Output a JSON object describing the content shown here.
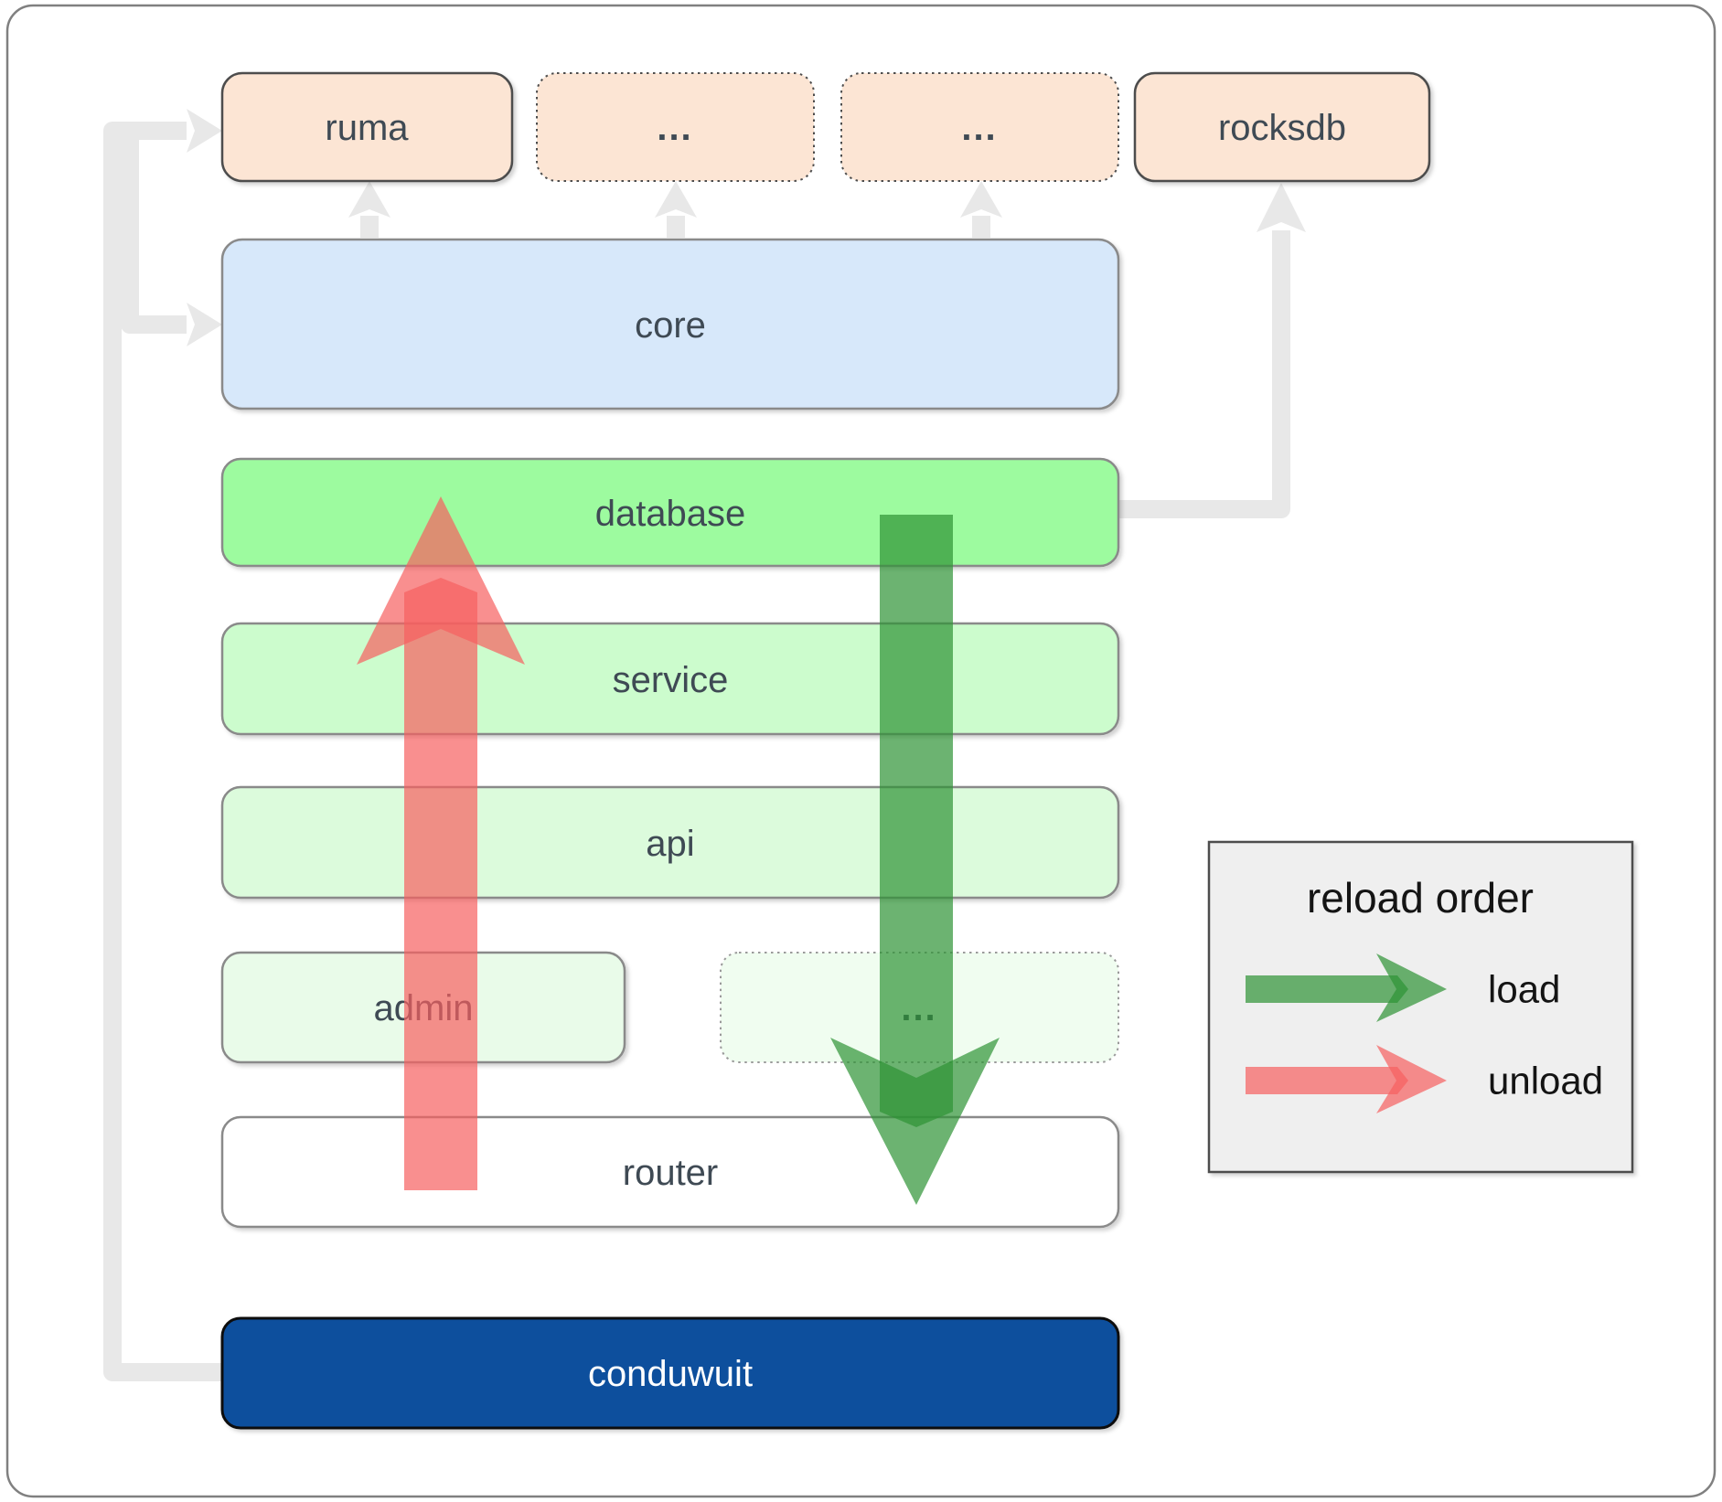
{
  "boxes": {
    "ruma": {
      "label": "ruma"
    },
    "deps_more_1": {
      "label": "..."
    },
    "deps_more_2": {
      "label": "..."
    },
    "rocksdb": {
      "label": "rocksdb"
    },
    "core": {
      "label": "core"
    },
    "database": {
      "label": "database"
    },
    "service": {
      "label": "service"
    },
    "api": {
      "label": "api"
    },
    "admin": {
      "label": "admin"
    },
    "services_more": {
      "label": "..."
    },
    "router": {
      "label": "router"
    },
    "conduwuit": {
      "label": "conduwuit"
    }
  },
  "legend": {
    "title": "reload order",
    "load_label": "load",
    "unload_label": "unload"
  },
  "colors": {
    "dependency_fill": "#fce5d4",
    "core_fill": "#d7e8fa",
    "database_fill": "#9dfb9f",
    "service_fill": "#ccfccd",
    "api_fill": "#dcfbdc",
    "admin_fill": "#e9fbe9",
    "more_services_fill": "#f0fdf0",
    "router_fill": "#ffffff",
    "conduwuit_fill": "#0a4f9d",
    "legend_fill": "#efefef",
    "load_green": "#2e9334",
    "unload_red": "#f66060",
    "connector_gray": "#e8e8e8"
  }
}
